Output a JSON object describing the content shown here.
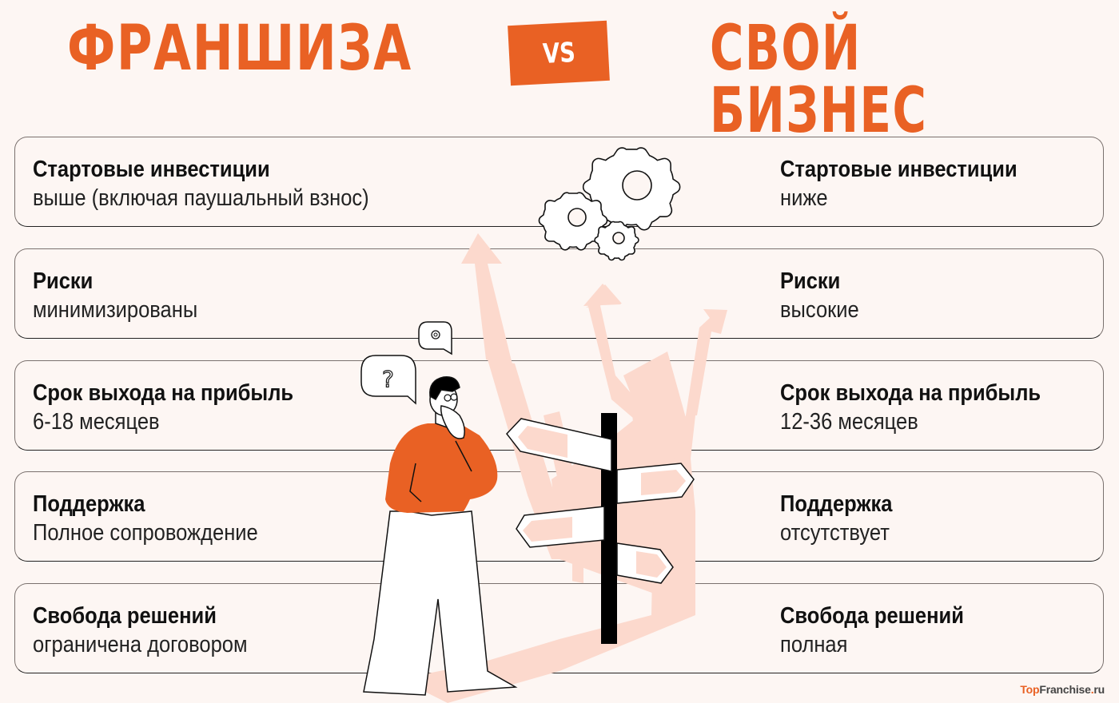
{
  "header": {
    "left_title": "ФРАНШИЗА",
    "vs_label": "VS",
    "right_title": "СВОЙ БИЗНЕС"
  },
  "colors": {
    "accent": "#e96124",
    "background": "#fdf6f3",
    "illustration_pink": "#fcd9cd",
    "text": "#111111"
  },
  "rows": [
    {
      "label": "Стартовые инвестиции",
      "franchise": "выше (включая паушальный взнос)",
      "own": "ниже"
    },
    {
      "label": "Риски",
      "franchise": "минимизированы",
      "own": "высокие"
    },
    {
      "label": "Срок выхода на прибыль",
      "franchise": "6-18 месяцев",
      "own": "12-36 месяцев"
    },
    {
      "label": "Поддержка",
      "franchise": "Полное сопровождение",
      "own": "отсутствует"
    },
    {
      "label": "Свобода решений",
      "franchise": "ограничена договором",
      "own": "полная"
    }
  ],
  "illustration": {
    "question_bubble": "?",
    "icons": [
      "gear-icon",
      "question-icon",
      "signpost-icon",
      "thinking-person",
      "arrows-icon"
    ]
  },
  "brand": {
    "part1": "Top",
    "part2": "Franchise",
    "part3": ".",
    "part4": "ru"
  }
}
